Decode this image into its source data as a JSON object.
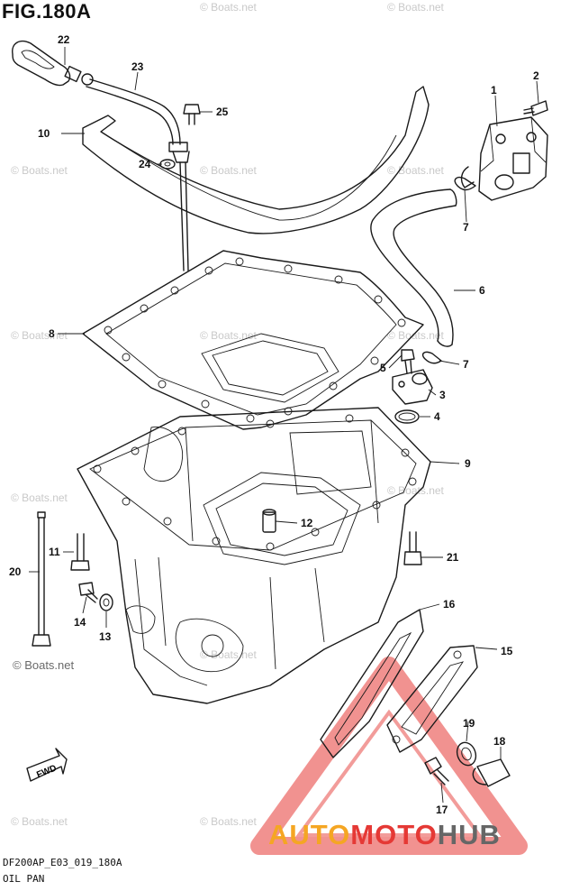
{
  "figure": {
    "title": "FIG.180A",
    "code": "DF200AP_E03_019_180A",
    "name": "OIL PAN"
  },
  "watermark": {
    "text": "© Boats.net"
  },
  "logo": {
    "part1": "AUTO",
    "part2": "MOTO",
    "part3": "HUB",
    "colors": {
      "auto": "#f5a623",
      "moto": "#e53935",
      "hub": "#666666",
      "triangle": "#e53935"
    }
  },
  "callouts": [
    "1",
    "2",
    "3",
    "4",
    "5",
    "6",
    "7",
    "7",
    "8",
    "9",
    "10",
    "11",
    "12",
    "13",
    "14",
    "15",
    "16",
    "17",
    "18",
    "19",
    "20",
    "21",
    "22",
    "23",
    "24",
    "25"
  ],
  "fwd_label": "FWD"
}
